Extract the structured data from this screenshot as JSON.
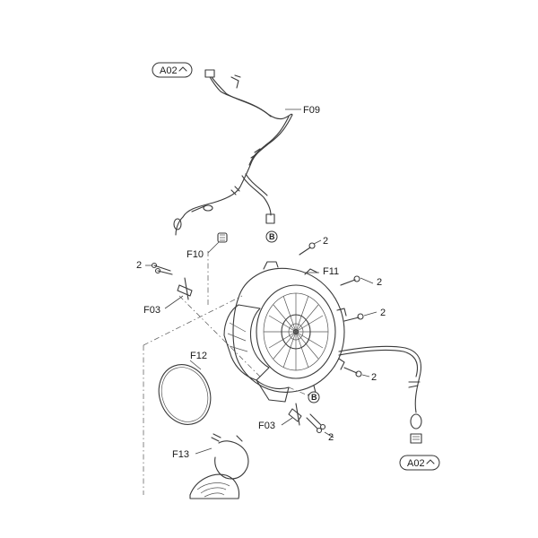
{
  "refs": {
    "a02_top": "A02",
    "a02_bottom": "A02",
    "f09": "F09",
    "f10": "F10",
    "f11": "F11",
    "f12": "F12",
    "f13": "F13",
    "f03_left": "F03",
    "f03_right": "F03",
    "b_top": "B",
    "b_mid": "B"
  },
  "qty": {
    "q1": "2",
    "q2": "2",
    "q3": "2",
    "q4": "2",
    "q5": "2",
    "q6": "2"
  }
}
